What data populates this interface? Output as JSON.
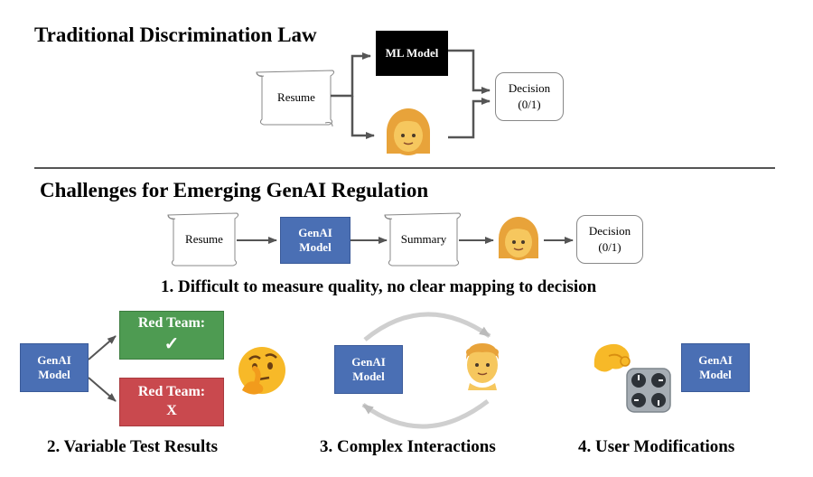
{
  "section1": {
    "title": "Traditional Discrimination Law",
    "resume": "Resume",
    "ml_model": "ML Model",
    "decision_line1": "Decision",
    "decision_line2": "(0/1)",
    "human_icon": "woman-emoji-icon"
  },
  "section2": {
    "title": "Challenges for Emerging GenAI Regulation",
    "flow": {
      "resume": "Resume",
      "genai_line1": "GenAI",
      "genai_line2": "Model",
      "summary": "Summary",
      "decision_line1": "Decision",
      "decision_line2": "(0/1)",
      "human_icon": "woman-emoji-icon"
    },
    "challenge1": "1. Difficult to measure quality, no clear mapping to decision",
    "challenge2": {
      "genai_line1": "GenAI",
      "genai_line2": "Model",
      "red_team_pass_line1": "Red Team:",
      "red_team_pass_line2": "✓",
      "red_team_fail_line1": "Red Team:",
      "red_team_fail_line2": "X",
      "thinking_icon": "thinking-face-icon",
      "caption": "2. Variable Test Results"
    },
    "challenge3": {
      "genai_line1": "GenAI",
      "genai_line2": "Model",
      "man_icon": "man-emoji-icon",
      "caption": "3. Complex Interactions"
    },
    "challenge4": {
      "genai_line1": "GenAI",
      "genai_line2": "Model",
      "hand_icon": "pinching-hand-icon",
      "knobs_icon": "control-knobs-icon",
      "caption": "4. User Modifications"
    }
  },
  "colors": {
    "genai_blue": "#4a6fb4",
    "red_team_green": "#4e9b52",
    "red_team_red": "#c9494e",
    "divider": "#555555"
  }
}
